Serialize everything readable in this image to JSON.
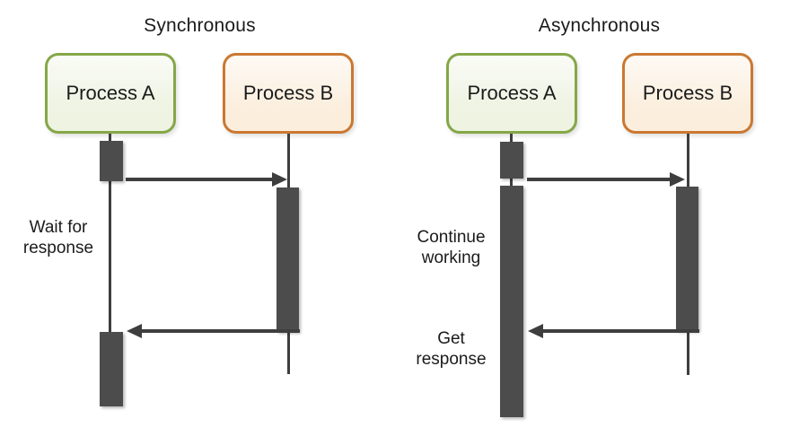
{
  "colors": {
    "process_a_border": "#85a748",
    "process_a_fill": "#eef3e2",
    "process_b_border": "#cb7832",
    "process_b_fill": "#fbeedd",
    "activation_bar": "#4c4c4c",
    "line": "#3e3e3e",
    "text": "#1b1b1b",
    "background": "#ffffff"
  },
  "diagrams": [
    {
      "title": "Synchronous",
      "process_a_label": "Process A",
      "process_b_label": "Process B",
      "notes": [
        {
          "line1": "Wait for",
          "line2": "response"
        }
      ]
    },
    {
      "title": "Asynchronous",
      "process_a_label": "Process A",
      "process_b_label": "Process B",
      "notes": [
        {
          "line1": "Continue",
          "line2": "working"
        },
        {
          "line1": "Get",
          "line2": "response"
        }
      ]
    }
  ]
}
